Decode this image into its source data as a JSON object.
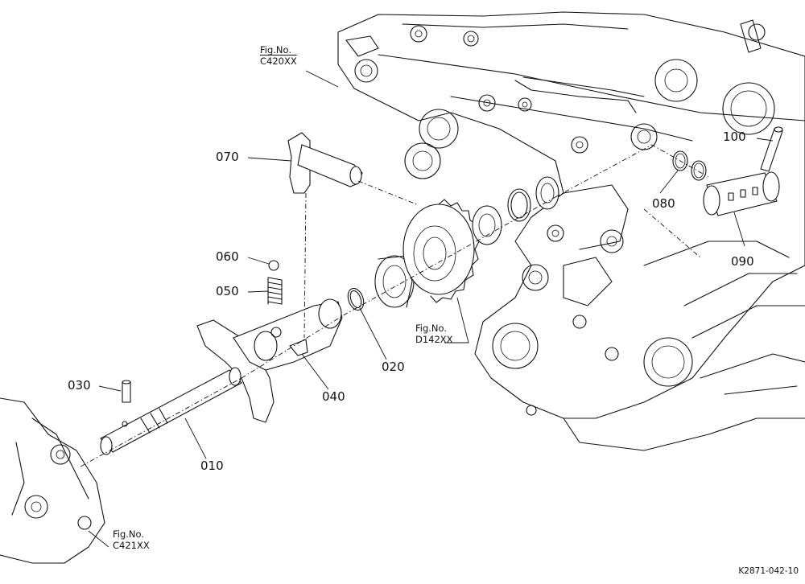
{
  "parts": [
    {
      "label": "010"
    },
    {
      "label": "020"
    },
    {
      "label": "030"
    },
    {
      "label": "040"
    },
    {
      "label": "050"
    },
    {
      "label": "060"
    },
    {
      "label": "070"
    },
    {
      "label": "080"
    },
    {
      "label": "090"
    },
    {
      "label": "100"
    }
  ],
  "figure_refs": [
    {
      "prefix": "Fig.No.",
      "code": "C420XX"
    },
    {
      "prefix": "Fig.No.",
      "code": "D142XX"
    },
    {
      "prefix": "Fig.No.",
      "code": "C421XX"
    }
  ],
  "drawing_code": "K2871-042-10"
}
